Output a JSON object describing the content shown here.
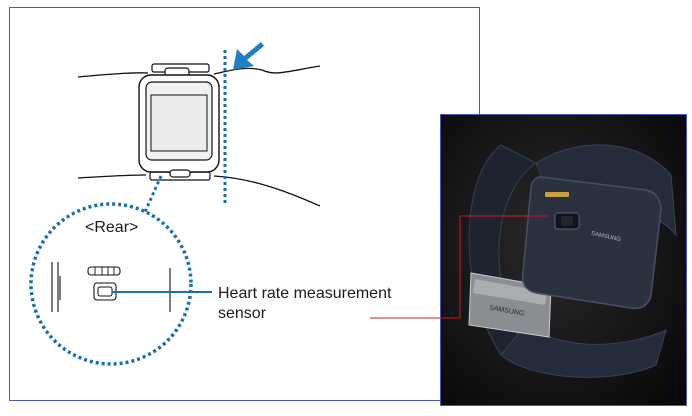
{
  "diagram": {
    "rear_label": "<Rear>",
    "sensor_label": "Heart rate measurement sensor",
    "arrow_color": "#1f7fc0",
    "dotted_color": "#1a6fb0",
    "leader_color": "#1a6fb0"
  },
  "photo": {
    "brand_band": "SAMSUNG",
    "brand_body": "SAMSUNG",
    "leader_color": "#d01818"
  }
}
